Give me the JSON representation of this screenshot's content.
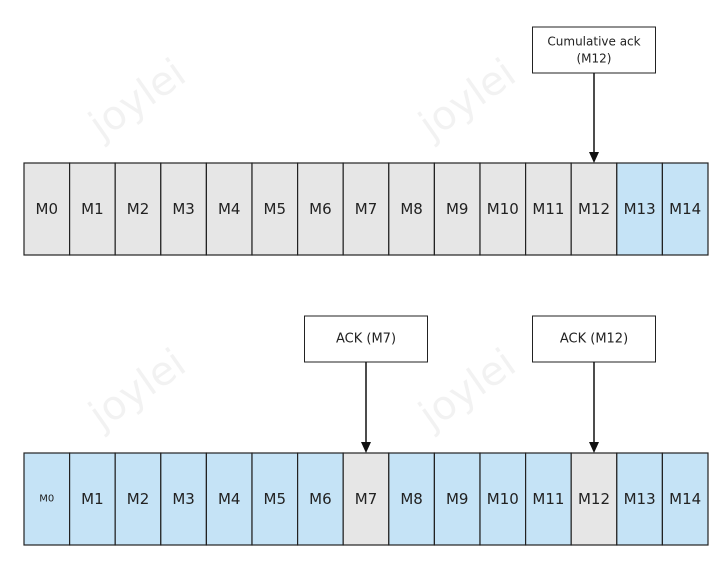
{
  "colors": {
    "unacked": "#e6e6e6",
    "acked": "#c5e3f6",
    "border": "#222222",
    "text": "#222222"
  },
  "watermark": "joylei",
  "top_row": {
    "cells": [
      {
        "label": "M0",
        "state": "unacked"
      },
      {
        "label": "M1",
        "state": "unacked"
      },
      {
        "label": "M2",
        "state": "unacked"
      },
      {
        "label": "M3",
        "state": "unacked"
      },
      {
        "label": "M4",
        "state": "unacked"
      },
      {
        "label": "M5",
        "state": "unacked"
      },
      {
        "label": "M6",
        "state": "unacked"
      },
      {
        "label": "M7",
        "state": "unacked"
      },
      {
        "label": "M8",
        "state": "unacked"
      },
      {
        "label": "M9",
        "state": "unacked"
      },
      {
        "label": "M10",
        "state": "unacked"
      },
      {
        "label": "M11",
        "state": "unacked"
      },
      {
        "label": "M12",
        "state": "unacked"
      },
      {
        "label": "M13",
        "state": "acked"
      },
      {
        "label": "M14",
        "state": "acked"
      }
    ],
    "callouts": [
      {
        "lines": [
          "Cumulative ack",
          "(M12)"
        ],
        "target": "M12"
      }
    ]
  },
  "bottom_row": {
    "cells": [
      {
        "label": "M0",
        "state": "acked"
      },
      {
        "label": "M1",
        "state": "acked"
      },
      {
        "label": "M2",
        "state": "acked"
      },
      {
        "label": "M3",
        "state": "acked"
      },
      {
        "label": "M4",
        "state": "acked"
      },
      {
        "label": "M5",
        "state": "acked"
      },
      {
        "label": "M6",
        "state": "acked"
      },
      {
        "label": "M7",
        "state": "unacked"
      },
      {
        "label": "M8",
        "state": "acked"
      },
      {
        "label": "M9",
        "state": "acked"
      },
      {
        "label": "M10",
        "state": "acked"
      },
      {
        "label": "M11",
        "state": "acked"
      },
      {
        "label": "M12",
        "state": "unacked"
      },
      {
        "label": "M13",
        "state": "acked"
      },
      {
        "label": "M14",
        "state": "acked"
      }
    ],
    "callouts": [
      {
        "lines": [
          "ACK (M7)"
        ],
        "target": "M7"
      },
      {
        "lines": [
          "ACK (M12)"
        ],
        "target": "M12"
      }
    ]
  }
}
